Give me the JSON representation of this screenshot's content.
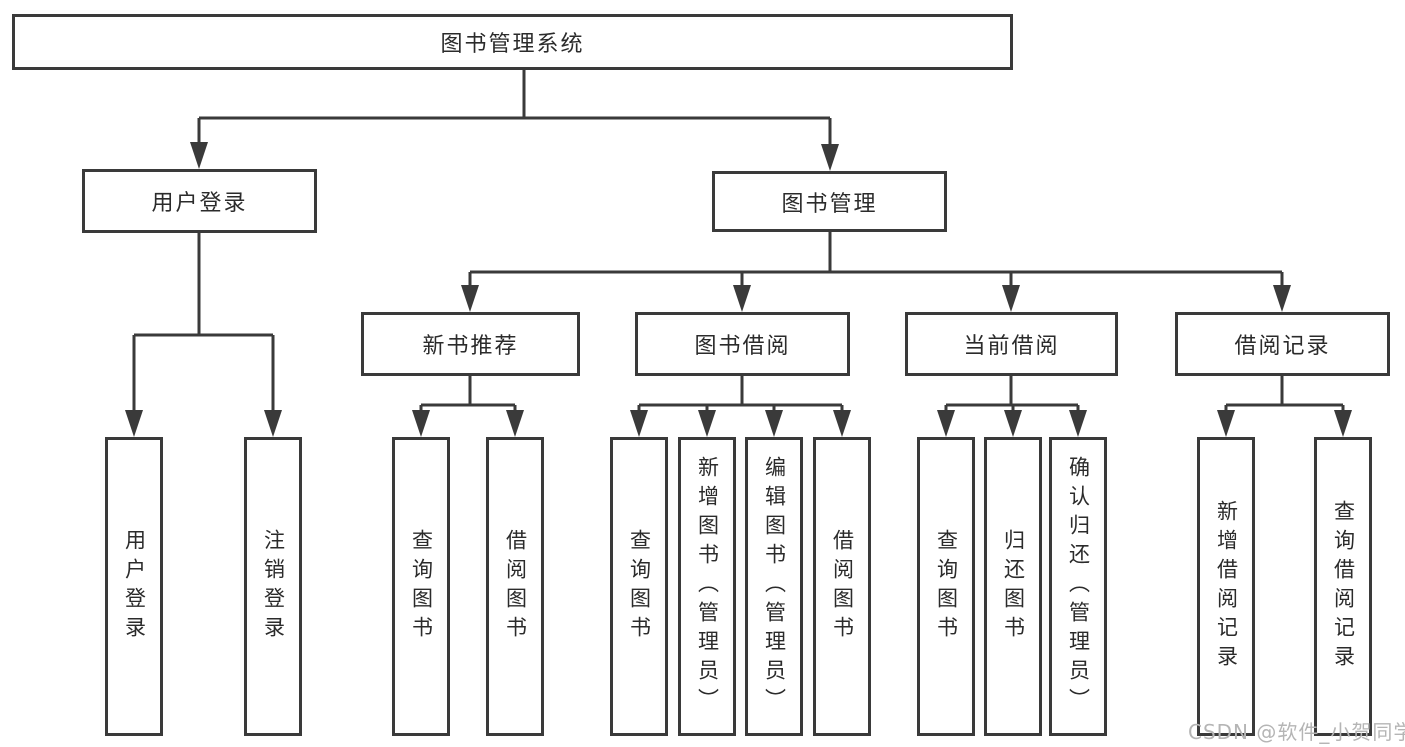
{
  "tree": {
    "label": "图书管理系统",
    "children": [
      {
        "label": "用户登录",
        "children": [
          {
            "label": "用户登录"
          },
          {
            "label": "注销登录"
          }
        ]
      },
      {
        "label": "图书管理",
        "children": [
          {
            "label": "新书推荐",
            "children": [
              {
                "label": "查询图书"
              },
              {
                "label": "借阅图书"
              }
            ]
          },
          {
            "label": "图书借阅",
            "children": [
              {
                "label": "查询图书"
              },
              {
                "label": "新增图书（管理员）"
              },
              {
                "label": "编辑图书（管理员）"
              },
              {
                "label": "借阅图书"
              }
            ]
          },
          {
            "label": "当前借阅",
            "children": [
              {
                "label": "查询图书"
              },
              {
                "label": "归还图书"
              },
              {
                "label": "确认归还（管理员）"
              }
            ]
          },
          {
            "label": "借阅记录",
            "children": [
              {
                "label": "新增借阅记录"
              },
              {
                "label": "查询借阅记录"
              }
            ]
          }
        ]
      }
    ]
  },
  "watermark": "CSDN @软件_小贺同学",
  "colors": {
    "line": "#3a3a3a",
    "border": "#3a3a3a",
    "text": "#2b2b2b",
    "watermark": "#b5b5b5",
    "background": "#ffffff"
  }
}
